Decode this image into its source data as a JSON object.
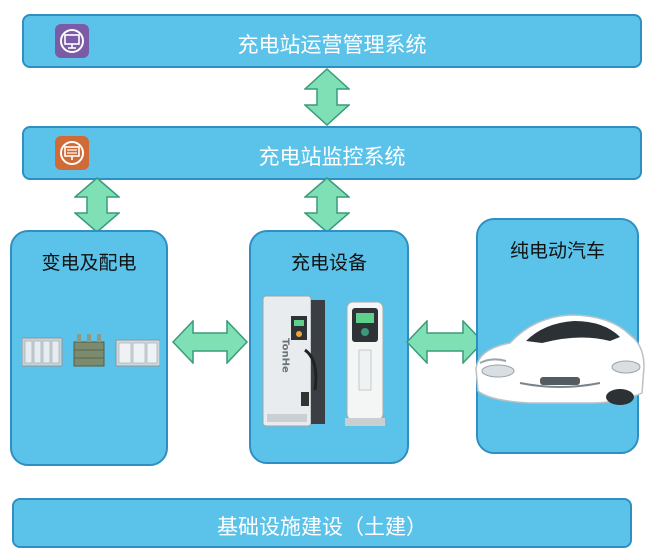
{
  "top_bar": {
    "title": "充电站运营管理系统"
  },
  "monitor_bar": {
    "title": "充电站监控系统"
  },
  "panels": {
    "substation": {
      "title": "变电及配电"
    },
    "charging": {
      "title": "充电设备"
    },
    "ev": {
      "title": "纯电动汽车"
    }
  },
  "bottom_bar": {
    "title": "基础设施建设（土建）"
  },
  "charger": {
    "brand": "TonHe"
  },
  "colors": {
    "bar_fill": "#5bc3ea",
    "bar_border": "#2f8fc2",
    "arrow_fill": "#7ee0b4",
    "arrow_stroke": "#3a9a7a",
    "icon_purple": "#7b5aa6",
    "icon_orange": "#d06a36"
  }
}
